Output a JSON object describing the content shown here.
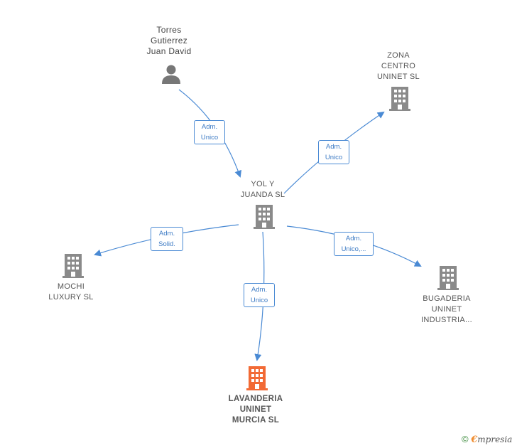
{
  "nodes": {
    "torres": {
      "lines": [
        "Torres",
        "Gutierrez",
        "Juan David"
      ],
      "icon": "person-icon"
    },
    "zona": {
      "lines": [
        "ZONA",
        "CENTRO",
        "UNINET  SL"
      ],
      "icon": "building-icon"
    },
    "yol": {
      "lines": [
        "YOL Y",
        "JUANDA  SL"
      ],
      "icon": "building-icon"
    },
    "mochi": {
      "lines": [
        "MOCHI",
        "LUXURY  SL"
      ],
      "icon": "building-icon"
    },
    "bugaderia": {
      "lines": [
        "BUGADERIA",
        "UNINET",
        "INDUSTRIA..."
      ],
      "icon": "building-icon"
    },
    "lavanderia": {
      "lines": [
        "LAVANDERIA",
        "UNINET",
        "MURCIA  SL"
      ],
      "icon": "building-icon-highlighted"
    }
  },
  "edges": {
    "torres_yol": {
      "lines": [
        "Adm.",
        "Unico"
      ]
    },
    "yol_zona": {
      "lines": [
        "Adm.",
        "Unico"
      ]
    },
    "yol_mochi": {
      "lines": [
        "Adm.",
        "Solid."
      ]
    },
    "yol_bugaderia": {
      "lines": [
        "Adm.",
        "Unico,..."
      ]
    },
    "yol_lavanderia": {
      "lines": [
        "Adm.",
        "Unico"
      ]
    }
  },
  "colors": {
    "edge": "#4a8ad4",
    "building": "#8a8a8a",
    "focus_building": "#f26a35",
    "person": "#777777"
  },
  "footer": {
    "copyright": "©",
    "brand_initial": "€",
    "brand_rest": "mpresia"
  }
}
